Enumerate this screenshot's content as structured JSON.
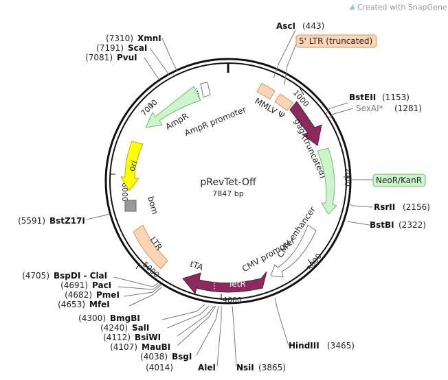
{
  "plasmid": {
    "name": "pRevTet-Off",
    "length_label": "7847 bp"
  },
  "branding": {
    "text": "Created with SnapGene®",
    "colors": {
      "logo": "#7fd0e0",
      "snapgene": "#e07070"
    }
  },
  "ticks": [
    "1000",
    "2000",
    "3000",
    "4000",
    "5000",
    "6000",
    "7000"
  ],
  "sites": [
    {
      "name": "AscI",
      "pos": "(443)"
    },
    {
      "name": "BstEII",
      "pos": "(1153)"
    },
    {
      "name": "SexAI*",
      "pos": "(1281)"
    },
    {
      "name": "RsrII",
      "pos": "(2156)"
    },
    {
      "name": "BstBI",
      "pos": "(2322)"
    },
    {
      "name": "HindIII",
      "pos": "(3465)"
    },
    {
      "name": "NsiI",
      "pos": "(3865)"
    },
    {
      "name": "AleI",
      "pos": "(4014)"
    },
    {
      "name": "BsgI",
      "pos": "(4038)"
    },
    {
      "name": "MauBI",
      "pos": "(4107)"
    },
    {
      "name": "BsiWI",
      "pos": "(4112)"
    },
    {
      "name": "SalI",
      "pos": "(4240)"
    },
    {
      "name": "BmgBI",
      "pos": "(4300)"
    },
    {
      "name": "MfeI",
      "pos": "(4653)"
    },
    {
      "name": "PmeI",
      "pos": "(4682)"
    },
    {
      "name": "PacI",
      "pos": "(4691)"
    },
    {
      "name": "BspDI - ClaI",
      "pos": "(4705)"
    },
    {
      "name": "BstZ17I",
      "pos": "(5591)"
    },
    {
      "name": "PvuI",
      "pos": "(7081)"
    },
    {
      "name": "ScaI",
      "pos": "(7191)"
    },
    {
      "name": "XmnI",
      "pos": "(7310)"
    }
  ],
  "boxed_features": [
    {
      "label": "5' LTR (truncated)"
    },
    {
      "label": "NeoR/KanR"
    }
  ],
  "features": [
    {
      "label": "MMLV Ψ"
    },
    {
      "label": "gag (truncated)"
    },
    {
      "label": "CMV enhancer"
    },
    {
      "label": "CMV promoter"
    },
    {
      "label": "TetR"
    },
    {
      "label": "tTA"
    },
    {
      "label": "LTR"
    },
    {
      "label": "bom"
    },
    {
      "label": "ori"
    },
    {
      "label": "AmpR"
    },
    {
      "label": "AmpR promoter"
    }
  ],
  "colors": {
    "ltr": "#fbd5b5",
    "ltr_stroke": "#d9955a",
    "gag": "#8b2a5c",
    "neo": "#ccf5cc",
    "neo_stroke": "#6dbb6d",
    "cmv": "#ffffff",
    "tetr": "#8b2a5c",
    "ori": "#ffff00",
    "bom": "#999999",
    "amp": "#ccf5cc",
    "amp_stroke": "#6dbb6d"
  }
}
